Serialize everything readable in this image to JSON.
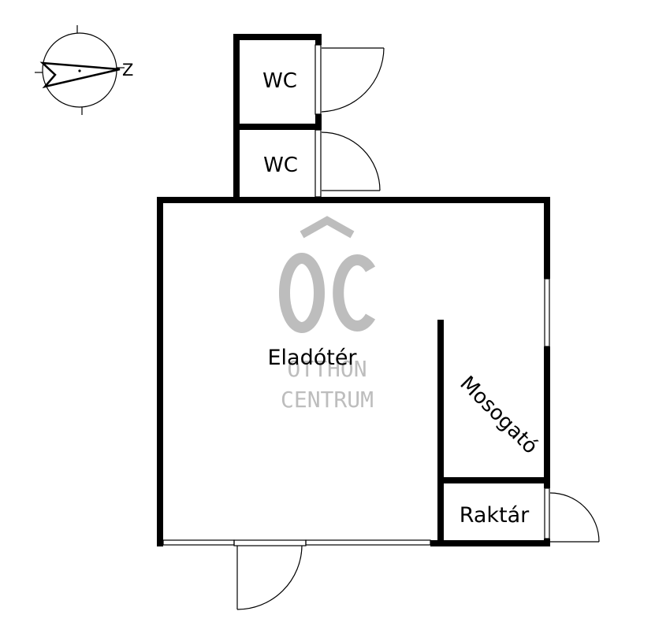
{
  "rooms": {
    "wc_top": "WC",
    "wc_bottom": "WC",
    "sales": "Eladótér",
    "dishwashing": "Mosogató",
    "storage": "Raktár"
  },
  "compass": {
    "north_letter": "Z"
  },
  "watermark": {
    "logo": "ÔC",
    "line1": "OTTHON",
    "line2": "CENTRUM",
    "color": "#bdbdbd"
  },
  "colors": {
    "wall": "#000000",
    "background": "#ffffff"
  }
}
